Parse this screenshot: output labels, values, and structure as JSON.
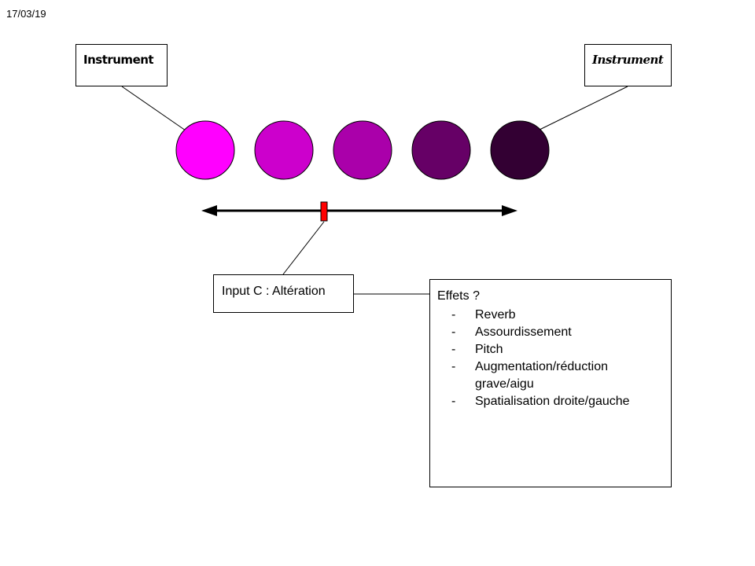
{
  "date": "17/03/19",
  "instrument_left": "Instrument",
  "instrument_right": "Instrument",
  "circles": [
    {
      "color": "#ff00ff"
    },
    {
      "color": "#cc00cc"
    },
    {
      "color": "#aa00aa"
    },
    {
      "color": "#660066"
    },
    {
      "color": "#330033"
    }
  ],
  "slider": {
    "marker_color": "#ff0000"
  },
  "input_label": "Input C : Altération",
  "effects": {
    "title": "Effets ?",
    "items": [
      "Reverb",
      "Assourdissement",
      "Pitch",
      "Augmentation/réduction grave/aigu",
      "Spatialisation droite/gauche"
    ]
  }
}
